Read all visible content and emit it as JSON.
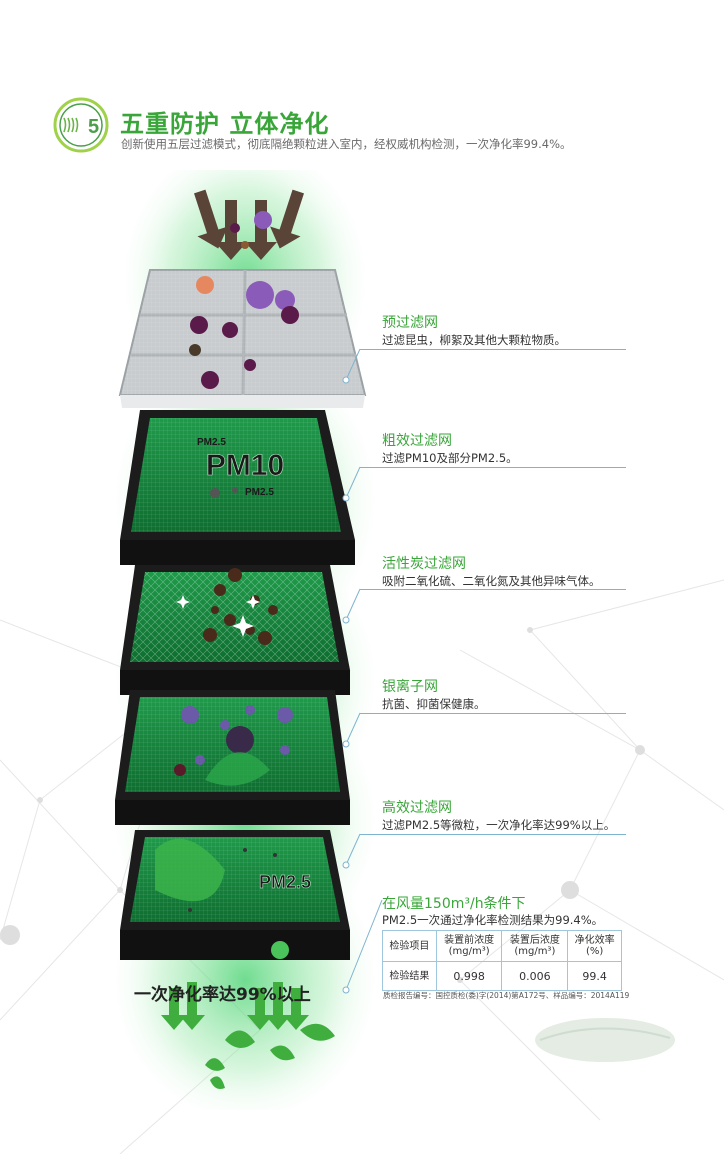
{
  "header": {
    "logo_number": "5",
    "title": "五重防护  立体净化",
    "subtitle": "创新使用五层过滤模式，彻底隔绝颗粒进入室内，经权威机构检测，一次净化率99.4%。"
  },
  "layers": [
    {
      "name": "预过滤网",
      "desc": "过滤昆虫，柳絮及其他大颗粒物质。"
    },
    {
      "name": "粗效过滤网",
      "desc": "过滤PM10及部分PM2.5。"
    },
    {
      "name": "活性炭过滤网",
      "desc": "吸附二氧化硫、二氧化氮及其他异味气体。"
    },
    {
      "name": "银离子网",
      "desc": "抗菌、抑菌保健康。"
    },
    {
      "name": "高效过滤网",
      "desc": "过滤PM2.5等微粒，一次净化率达99%以上。"
    }
  ],
  "filter_labels": {
    "pm10": "PM10",
    "pm25_a": "PM2.5",
    "pm25_b": "PM2.5",
    "pm25_big": "PM2.5"
  },
  "summary": {
    "title": "在风量150m³/h条件下",
    "text": "PM2.5一次通过净化率检测结果为99.4%。",
    "table": {
      "headers": [
        "检验项目",
        "装置前浓度\n(mg/m³)",
        "装置后浓度\n(mg/m³)",
        "净化效率\n(%)"
      ],
      "row": [
        "检验结果",
        "0.998",
        "0.006",
        "99.4"
      ]
    },
    "report": "质检报告编号：国控质检(委)字(2014)第A172号、样品编号：2014A119"
  },
  "rate_text": "一次净化率达99%以上",
  "colors": {
    "accent": "#3aa63a",
    "rule": "#7fb4cf",
    "frame": "#1c1c1c"
  }
}
